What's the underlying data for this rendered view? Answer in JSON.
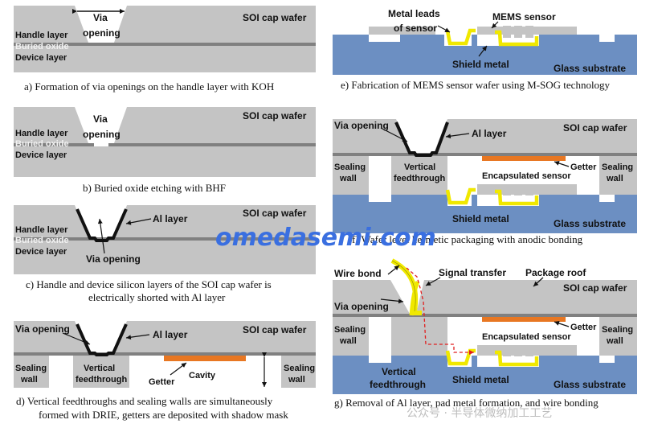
{
  "panels": {
    "a": {
      "caption": "a) Formation of via openings on the handle layer with KOH",
      "via_opening": [
        "Via",
        "opening"
      ],
      "handle_layer": "Handle layer",
      "buried_oxide": "Buried oxide",
      "device_layer": "Device layer",
      "wafer": "SOI cap wafer"
    },
    "b": {
      "caption": "b) Buried oxide etching with BHF",
      "via_opening": [
        "Via",
        "opening"
      ],
      "handle_layer": "Handle layer",
      "buried_oxide": "Buried oxide",
      "device_layer": "Device layer",
      "wafer": "SOI cap wafer"
    },
    "c": {
      "caption": [
        "c) Handle and device silicon layers of the SOI cap wafer is",
        "electrically shorted with Al layer"
      ],
      "al_layer": "Al layer",
      "via_opening": "Via opening",
      "handle_layer": "Handle layer",
      "buried_oxide": "Buried oxide",
      "device_layer": "Device layer",
      "wafer": "SOI cap wafer"
    },
    "d": {
      "caption": [
        "d) Vertical feedthroughs and sealing walls are simultaneously",
        "formed with DRIE, getters are deposited with shadow mask"
      ],
      "via_opening": "Via opening",
      "al_layer": "Al layer",
      "wafer": "SOI cap wafer",
      "sealing_wall_left": [
        "Sealing",
        "wall"
      ],
      "feedthrough": [
        "Vertical",
        "feedthrough"
      ],
      "getter": "Getter",
      "cavity": "Cavity",
      "sealing_wall_right": [
        "Sealing",
        "wall"
      ]
    },
    "e": {
      "caption": "e) Fabrication of MEMS sensor wafer using M-SOG technology",
      "metal_leads": [
        "Metal leads",
        "of sensor"
      ],
      "mems_sensor": "MEMS sensor",
      "shield_metal": "Shield metal",
      "glass_substrate": "Glass substrate"
    },
    "f": {
      "caption_visible": "f) Wafer level hermetic packaging with anodic bonding",
      "via_opening": "Via opening",
      "al_layer": "Al layer",
      "wafer": "SOI cap wafer",
      "sealing_wall_left": [
        "Sealing",
        "wall"
      ],
      "feedthrough": [
        "Vertical",
        "feedthrough"
      ],
      "getter": "Getter",
      "encapsulated_sensor": "Encapsulated sensor",
      "sealing_wall_right": [
        "Sealing",
        "wall"
      ],
      "shield_metal": "Shield metal",
      "glass_substrate": "Glass substrate"
    },
    "g": {
      "caption": "g) Removal of Al layer, pad metal formation, and wire bonding",
      "wire_bond": "Wire bond",
      "signal_transfer": "Signal transfer",
      "package_roof": "Package roof",
      "wafer": "SOI cap wafer",
      "via_opening": "Via opening",
      "getter": "Getter",
      "sealing_wall_left": [
        "Sealing",
        "wall"
      ],
      "encapsulated_sensor": "Encapsulated sensor",
      "sealing_wall_right": [
        "Sealing",
        "wall"
      ],
      "feedthrough": [
        "Vertical",
        "feedthrough"
      ],
      "shield_metal": "Shield metal",
      "glass_substrate": "Glass substrate"
    }
  },
  "watermark": {
    "text": "omedasemi.com",
    "sub": "公众号 · 半导体微纳加工工艺"
  },
  "colors": {
    "silicon": "#c4c4c4",
    "oxide": "#808080",
    "glass": "#6c8fc2",
    "shield_metal": "#f0e800",
    "getter": "#e87722",
    "al_layer": "#111111",
    "signal_path": "#e01e1e"
  }
}
